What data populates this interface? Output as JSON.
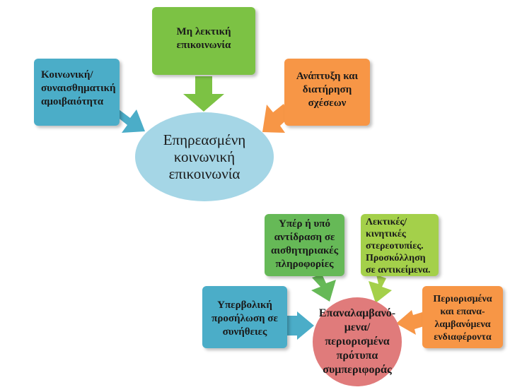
{
  "colors": {
    "green": "#7cc244",
    "blue": "#4badc8",
    "orange": "#f79646",
    "light_blue": "#a5d6e6",
    "pink": "#e07b7b",
    "mid_green": "#66b957",
    "yellow_green": "#a4d04a"
  },
  "diagram1": {
    "center": "Επηρεασμένη\nκοινωνική\nεπικοινωνία",
    "nonverbal": "Μη λεκτική\nεπικοινωνία",
    "reciprocity": "Κοινωνική/\nσυναισθηματική\nαμοιβαιότητα",
    "relationships": "Ανάπτυξη και\nδιατήρηση\nσχέσεων"
  },
  "diagram2": {
    "center": "Επαναλαμβανό-\nμενα/περιορισμένα\nπρότυπα\nσυμπεριφοράς",
    "sensory": "Υπέρ ή υπό\nαντίδραση σε\nαισθητηριακές\nπληροφορίες",
    "stereotypes": "Λεκτικές/\nκινητικές\nστερεοτυπίες.\nΠροσκόλληση\nσε αντικείμενα.",
    "routines": "Υπερβολική\nπροσήλωση σε\nσυνήθειες",
    "interests": "Περιορισμένα\nκαι επανα-\nλαμβανόμενα\nενδιαφέροντα"
  }
}
